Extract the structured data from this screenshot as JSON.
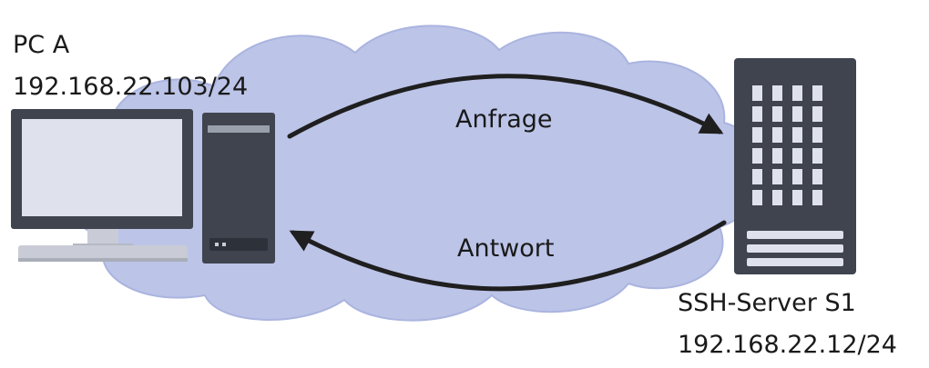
{
  "pc": {
    "name": "PC A",
    "ip": "192.168.22.103/24"
  },
  "server": {
    "name": "SSH-Server S1",
    "ip": "192.168.22.12/24"
  },
  "request_label": "Anfrage",
  "response_label": "Antwort",
  "colors": {
    "cloud": "#bcc4e8",
    "cloud_edge": "#aab4df",
    "device_dark": "#3f444f",
    "device_light": "#dfe2ec",
    "device_grey": "#c9ccd6",
    "arrow": "#1f1f1f",
    "text": "#1a1a1a"
  }
}
